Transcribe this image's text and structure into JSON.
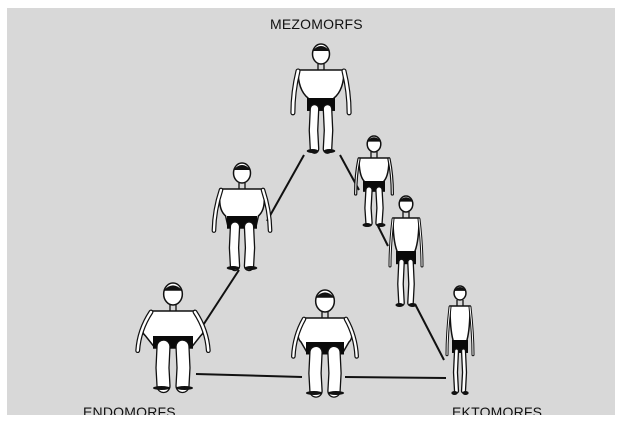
{
  "labels": {
    "top": "MEZOMORFS",
    "left": "ENDOMORFS",
    "right": "EKTOMORFS"
  },
  "colors": {
    "background": "#d8d8d8",
    "ink": "#111111",
    "trunks": "#0a0a0a"
  },
  "figures": [
    {
      "name": "figure-mesomorph-top",
      "build": "muscular"
    },
    {
      "name": "figure-meso-endo-mid",
      "build": "muscular-stocky"
    },
    {
      "name": "figure-meso-ecto-1",
      "build": "lean-athletic"
    },
    {
      "name": "figure-meso-ecto-2",
      "build": "lean"
    },
    {
      "name": "figure-endomorph-corner",
      "build": "round"
    },
    {
      "name": "figure-endo-ecto-mid",
      "build": "stocky"
    },
    {
      "name": "figure-ectomorph-corner",
      "build": "thin"
    }
  ]
}
